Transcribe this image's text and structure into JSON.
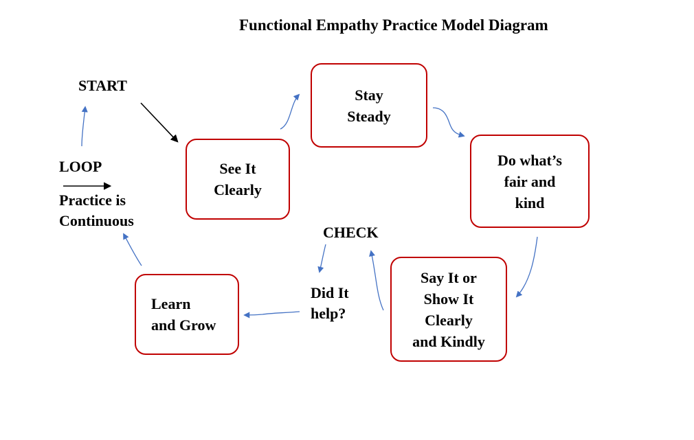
{
  "title": "Functional Empathy Practice Model Diagram",
  "labels": {
    "start": "START",
    "loop": "LOOP",
    "loop_desc_1": "Practice is",
    "loop_desc_2": "Continuous",
    "check": "CHECK",
    "check_q_1": "Did It",
    "check_q_2": "help?"
  },
  "steps": [
    {
      "lines": [
        "See It",
        "Clearly"
      ]
    },
    {
      "lines": [
        "Stay",
        "Steady"
      ]
    },
    {
      "lines": [
        "Do what’s",
        "fair and",
        "kind"
      ]
    },
    {
      "lines": [
        "Say It or",
        "Show It",
        "Clearly",
        "and Kindly"
      ]
    },
    {
      "lines": [
        "Learn",
        "and Grow"
      ]
    }
  ],
  "colors": {
    "box_border": "#c00000",
    "flow_arrow": "#4472c4",
    "start_arrow": "#000000"
  }
}
